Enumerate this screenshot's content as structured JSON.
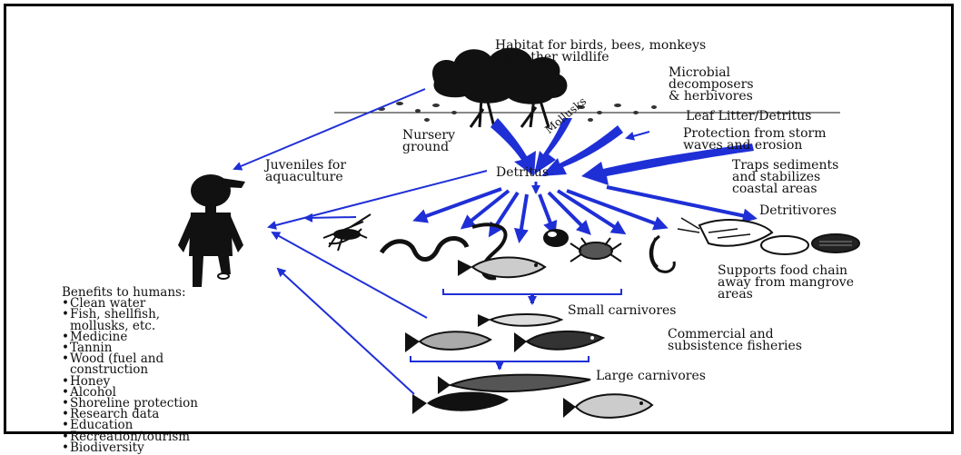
{
  "diagram": {
    "habitat": [
      "Habitat for birds, bees, monkeys",
      "and other wildlife"
    ],
    "microbial": [
      "Microbial",
      "decomposers",
      "& herbivores"
    ],
    "leaf_litter": "Leaf Litter/Detritus",
    "nursery": [
      "Nursery",
      "ground"
    ],
    "mollusks": "Mollusks",
    "protection": [
      "Protection from storm",
      "waves and erosion"
    ],
    "traps": [
      "Traps sediments",
      "and stabilizes",
      "coastal areas"
    ],
    "juveniles": [
      "Juveniles for",
      "aquaculture"
    ],
    "detritus": "Detritus",
    "detritivores": "Detritivores",
    "supports": [
      "Supports food chain",
      "away from mangrove",
      "areas"
    ],
    "small_carnivores": "Small carnivores",
    "commercial": [
      "Commercial and",
      "subsistence fisheries"
    ],
    "large_carnivores": "Large carnivores",
    "benefits_title": "Benefits to humans:",
    "benefits": [
      {
        "lines": [
          "Clean water"
        ]
      },
      {
        "lines": [
          "Fish, shellfish,",
          "mollusks, etc."
        ]
      },
      {
        "lines": [
          "Medicine"
        ]
      },
      {
        "lines": [
          "Tannin"
        ]
      },
      {
        "lines": [
          "Wood (fuel and",
          "construction"
        ]
      },
      {
        "lines": [
          "Honey"
        ]
      },
      {
        "lines": [
          "Alcohol"
        ]
      },
      {
        "lines": [
          "Shoreline protection"
        ]
      },
      {
        "lines": [
          "Research data"
        ]
      },
      {
        "lines": [
          "Education"
        ]
      },
      {
        "lines": [
          "Recreation/tourism"
        ]
      },
      {
        "lines": [
          "Biodiversity"
        ]
      }
    ]
  },
  "colors": {
    "arrow": "#1f2fd6",
    "ink": "#111111",
    "frame": "#000000"
  }
}
